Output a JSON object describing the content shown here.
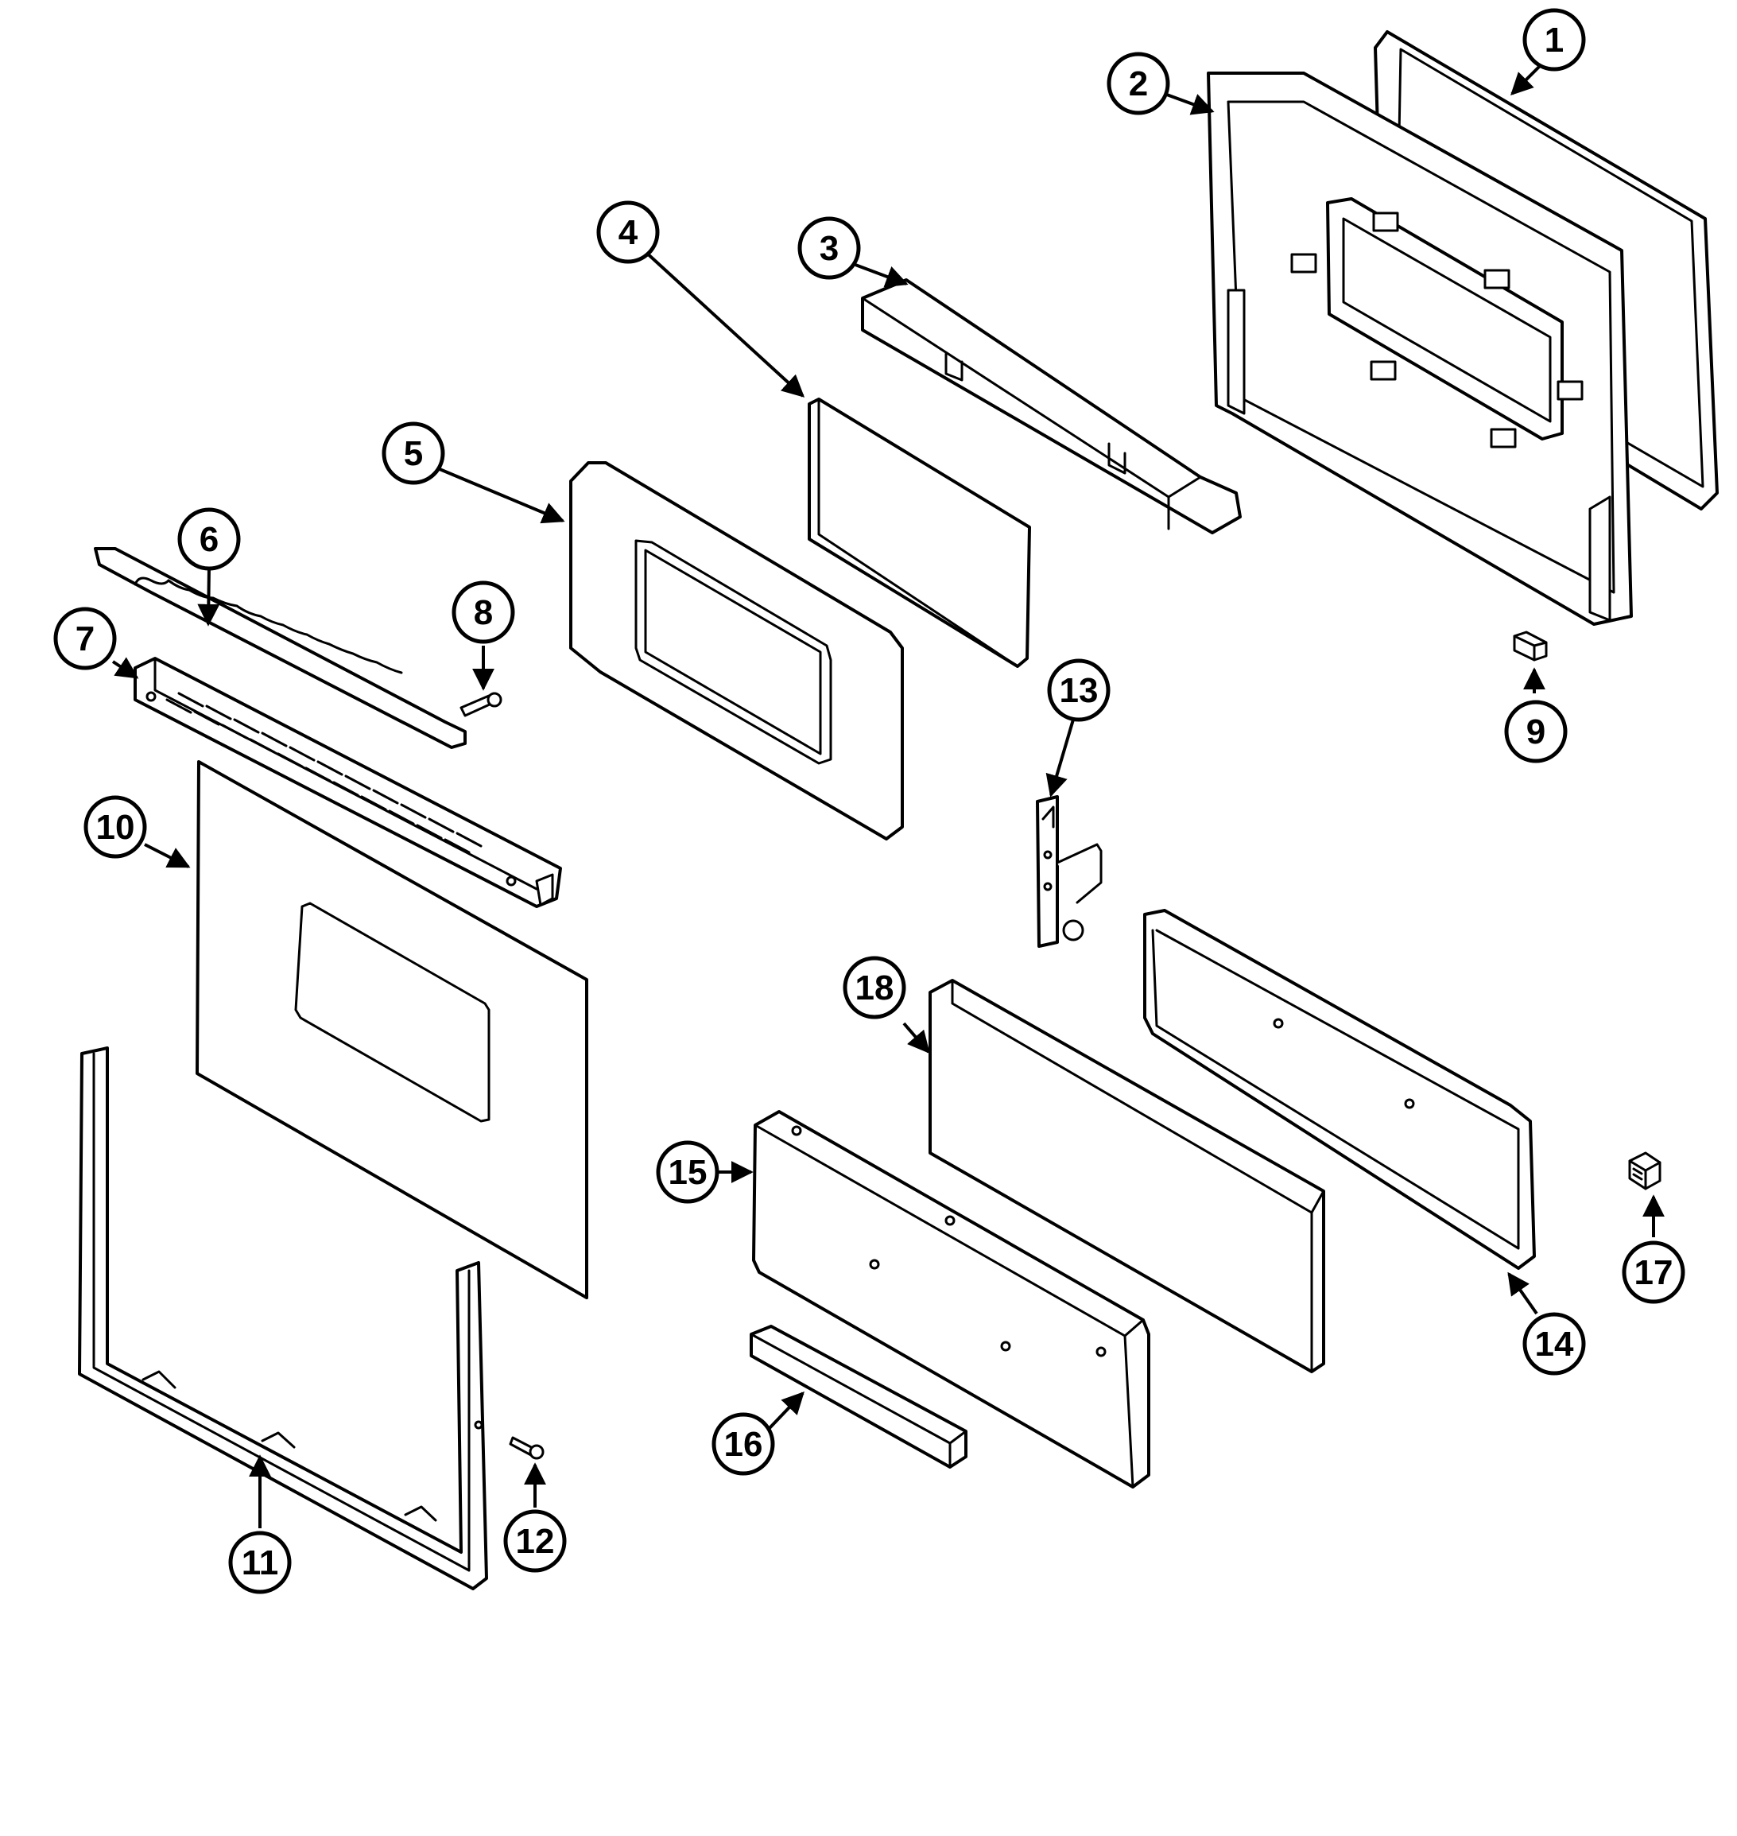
{
  "diagram": {
    "callouts": [
      {
        "number": "1"
      },
      {
        "number": "2"
      },
      {
        "number": "3"
      },
      {
        "number": "4"
      },
      {
        "number": "5"
      },
      {
        "number": "6"
      },
      {
        "number": "7"
      },
      {
        "number": "8"
      },
      {
        "number": "9"
      },
      {
        "number": "10"
      },
      {
        "number": "11"
      },
      {
        "number": "12"
      },
      {
        "number": "13"
      },
      {
        "number": "14"
      },
      {
        "number": "15"
      },
      {
        "number": "16"
      },
      {
        "number": "17"
      },
      {
        "number": "18"
      }
    ]
  }
}
